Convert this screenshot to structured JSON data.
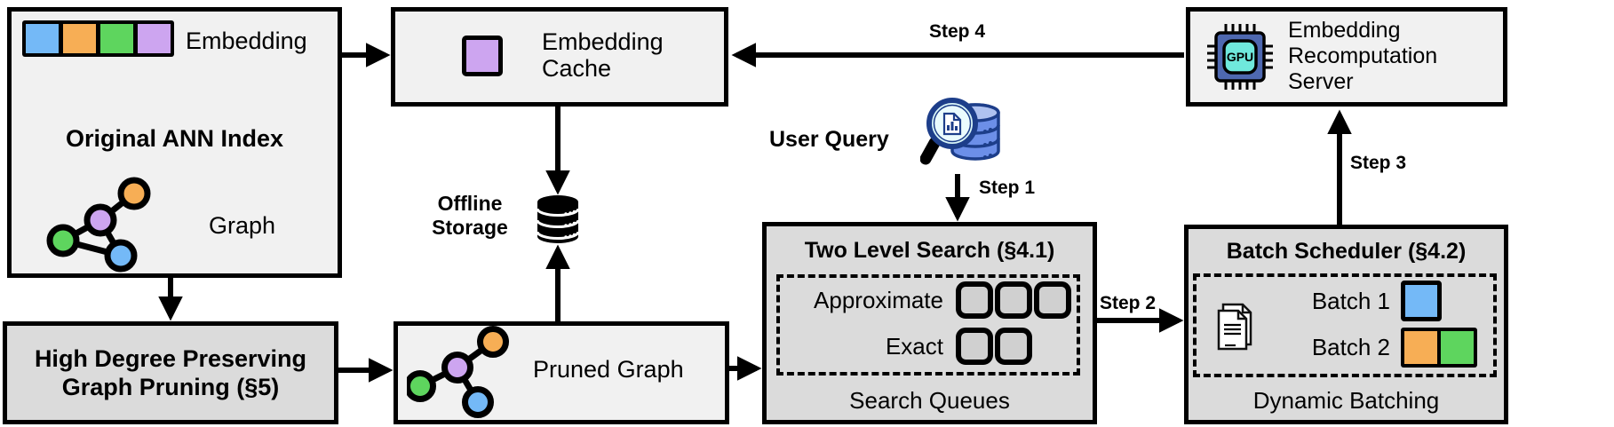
{
  "colors": {
    "blue": "#74B9F7",
    "orange": "#F7AE55",
    "green": "#5ED55E",
    "purple": "#CDA5F0",
    "box_light": "#F1F1F1",
    "box_dark": "#DBDBDB",
    "queue_fill": "#D0D0D0",
    "gpu_chip": "#4E68B0",
    "gpu_core": "#6FE8DC",
    "db_blue": "#6C8FE8",
    "db_blue_light": "#AFC2F0",
    "db_blue_dark": "#1D3E8A",
    "lens_fill": "#D8F5F8",
    "handle_orange": "#F2662F"
  },
  "original_ann_index": {
    "title": "Original ANN Index",
    "embedding_label": "Embedding",
    "graph_label": "Graph"
  },
  "embedding_cache": {
    "line1": "Embedding",
    "line2": "Cache"
  },
  "recomputation_server": {
    "line1": "Embedding",
    "line2": "Recomputation",
    "line3": "Server",
    "gpu_label": "GPU"
  },
  "offline_storage": {
    "line1": "Offline",
    "line2": "Storage"
  },
  "user_query": {
    "label": "User Query"
  },
  "two_level_search": {
    "title": "Two Level Search (§4.1)",
    "approximate_label": "Approximate",
    "exact_label": "Exact",
    "footer": "Search Queues"
  },
  "batch_scheduler": {
    "title": "Batch Scheduler (§4.2)",
    "batch1_label": "Batch 1",
    "batch2_label": "Batch 2",
    "footer": "Dynamic Batching"
  },
  "graph_pruning": {
    "line1": "High Degree Preserving",
    "line2": "Graph Pruning (§5)"
  },
  "pruned_graph": {
    "label": "Pruned Graph"
  },
  "steps": {
    "step1": "Step 1",
    "step2": "Step 2",
    "step3": "Step 3",
    "step4": "Step 4"
  }
}
